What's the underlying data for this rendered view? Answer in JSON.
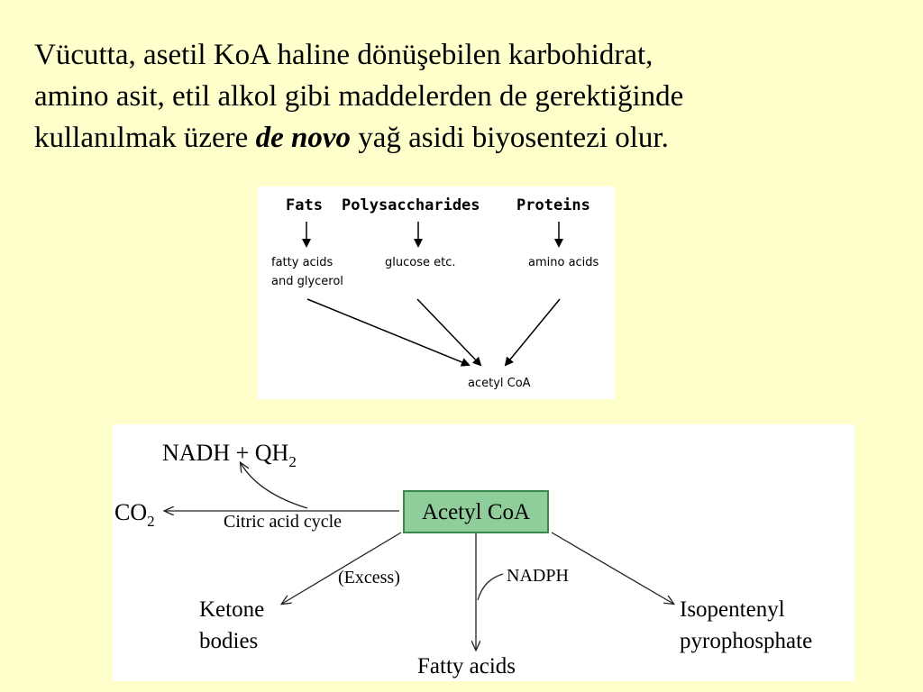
{
  "slide_text": {
    "line1": "Vücutta, asetil KoA haline dönüşebilen karbohidrat,",
    "line2": "amino asit, etil alkol gibi maddelerden de gerektiğinde",
    "line3_before": "kullanılmak üzere ",
    "line3_emph": "de novo",
    "line3_after": " yağ asidi biyosentezi olur."
  },
  "top_diagram": {
    "sources": [
      "Fats",
      "Polysaccharides",
      "Proteins"
    ],
    "intermediates": {
      "fats_line1": "fatty acids",
      "fats_line2": "and glycerol",
      "polysaccharides": "glucose etc.",
      "proteins": "amino acids"
    },
    "product": "acetyl CoA"
  },
  "bottom_diagram": {
    "center": "Acetyl CoA",
    "center_color": "#8fce9a",
    "center_border": "#3b8a4b",
    "cycle_label": "Citric acid cycle",
    "cycle_output_main": "NADH + QH",
    "cycle_output_sub": "2",
    "co2_main": "CO",
    "co2_sub": "2",
    "excess_label": "(Excess)",
    "ketone_line1": "Ketone",
    "ketone_line2": "bodies",
    "nadph_label": "NADPH",
    "fatty_acids": "Fatty acids",
    "isopentenyl_line1": "Isopentenyl",
    "isopentenyl_line2": "pyrophosphate"
  }
}
